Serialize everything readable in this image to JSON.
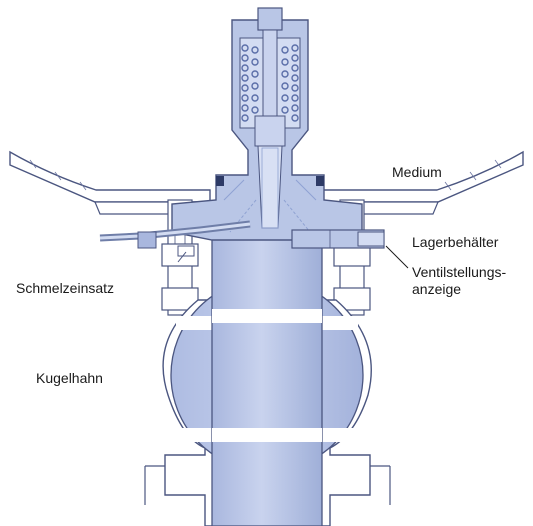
{
  "labels": {
    "medium": "Medium",
    "lagerbehaelter": "Lagerbehälter",
    "ventilstellungsanzeige_line1": "Ventilstellungs-",
    "ventilstellungsanzeige_line2": "anzeige",
    "schmelzeinsatz": "Schmelzeinsatz",
    "kugelhahn": "Kugelhahn"
  },
  "colors": {
    "body_fill": "#b9c6e6",
    "body_dark": "#8fa2d2",
    "outline": "#4b5680",
    "spring": "#5a6ea8",
    "gasket": "#2d3a66",
    "background": "#ffffff"
  }
}
